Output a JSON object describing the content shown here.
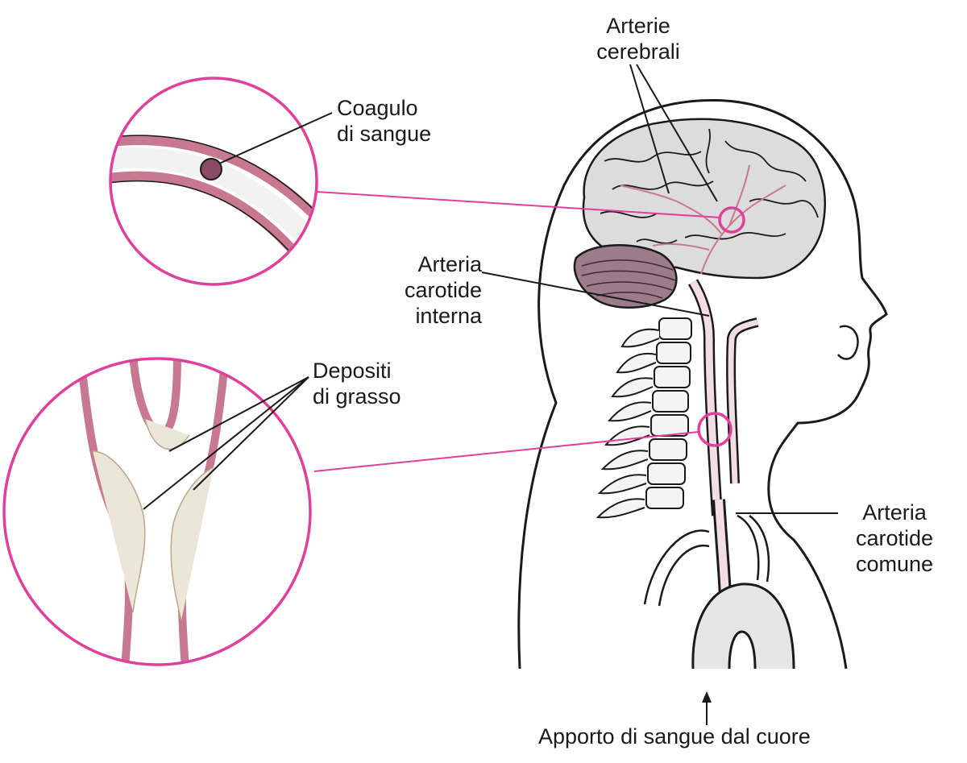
{
  "labels": {
    "coagulo": [
      "Coagulo",
      "di sangue"
    ],
    "arterie_cerebrali": [
      "Arterie",
      "cerebrali"
    ],
    "carotide_interna": [
      "Arteria",
      "carotide",
      "interna"
    ],
    "depositi": [
      "Depositi",
      "di grasso"
    ],
    "carotide_comune": [
      "Arteria",
      "carotide",
      "comune"
    ],
    "apporto": "Apporto di sangue dal cuore"
  },
  "colors": {
    "line": "#1a1a1a",
    "highlight": "#e0409a",
    "vessel_wall": "#c8788f",
    "vessel_fill": "#f3dde5",
    "tissue": "#d9d9d9",
    "deposit": "#ece6d8"
  }
}
